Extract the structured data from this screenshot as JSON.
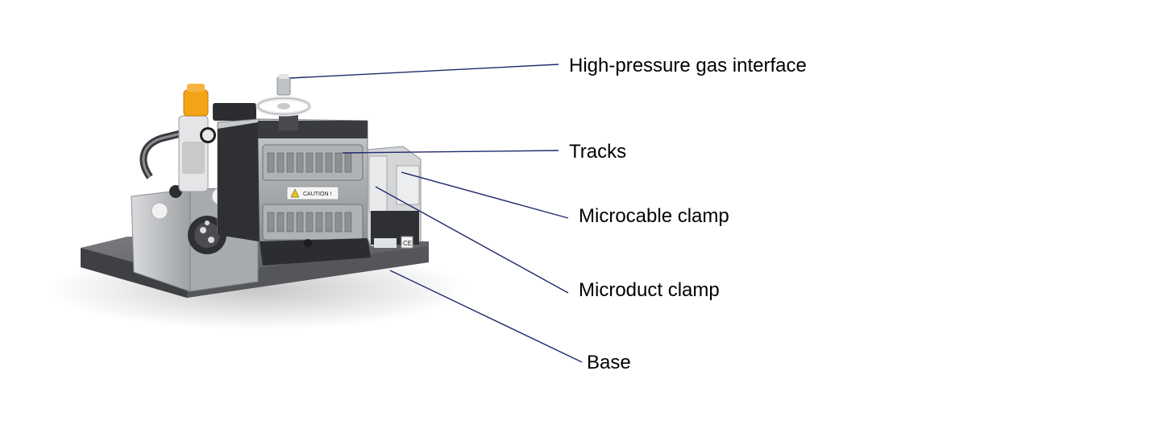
{
  "labels": {
    "gas_interface": "High-pressure gas interface",
    "tracks": "Tracks",
    "microcable_clamp": "Microcable clamp",
    "microduct_clamp": "Microduct clamp",
    "base": "Base"
  },
  "machine": {
    "caution_text": "CAUTION !",
    "ce_mark": "CE"
  },
  "colors": {
    "leader_line": "#1f2a6b",
    "base_plate": "#5f6063",
    "frame_metal": "#b9bcbf",
    "dark_metal": "#2c2d30",
    "regulator_knob": "#f5a316"
  }
}
